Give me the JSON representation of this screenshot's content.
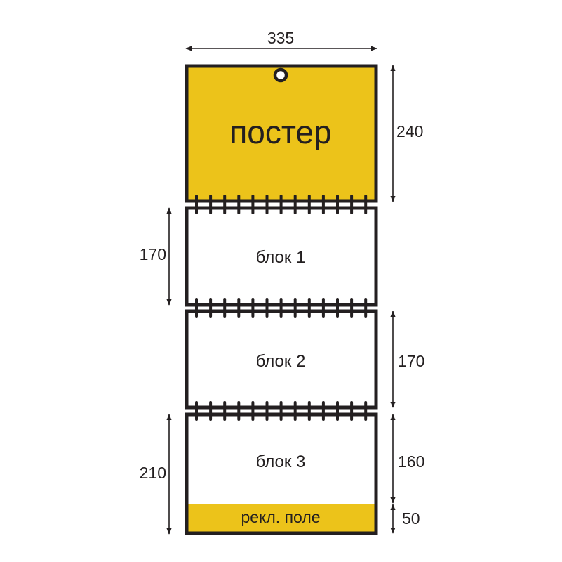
{
  "colors": {
    "accent": "#ecc31a",
    "outline": "#231f20",
    "background": "#ffffff"
  },
  "poster": {
    "label": "постер"
  },
  "blocks": [
    {
      "label": "блок 1"
    },
    {
      "label": "блок 2"
    },
    {
      "label": "блок 3"
    }
  ],
  "ad_field": {
    "label": "рекл. поле"
  },
  "dimensions": {
    "width": "335",
    "poster_height": "240",
    "block1_height": "170",
    "block2_height": "170",
    "block3_total_height": "210",
    "block3_calendar_height": "160",
    "ad_height": "50"
  }
}
